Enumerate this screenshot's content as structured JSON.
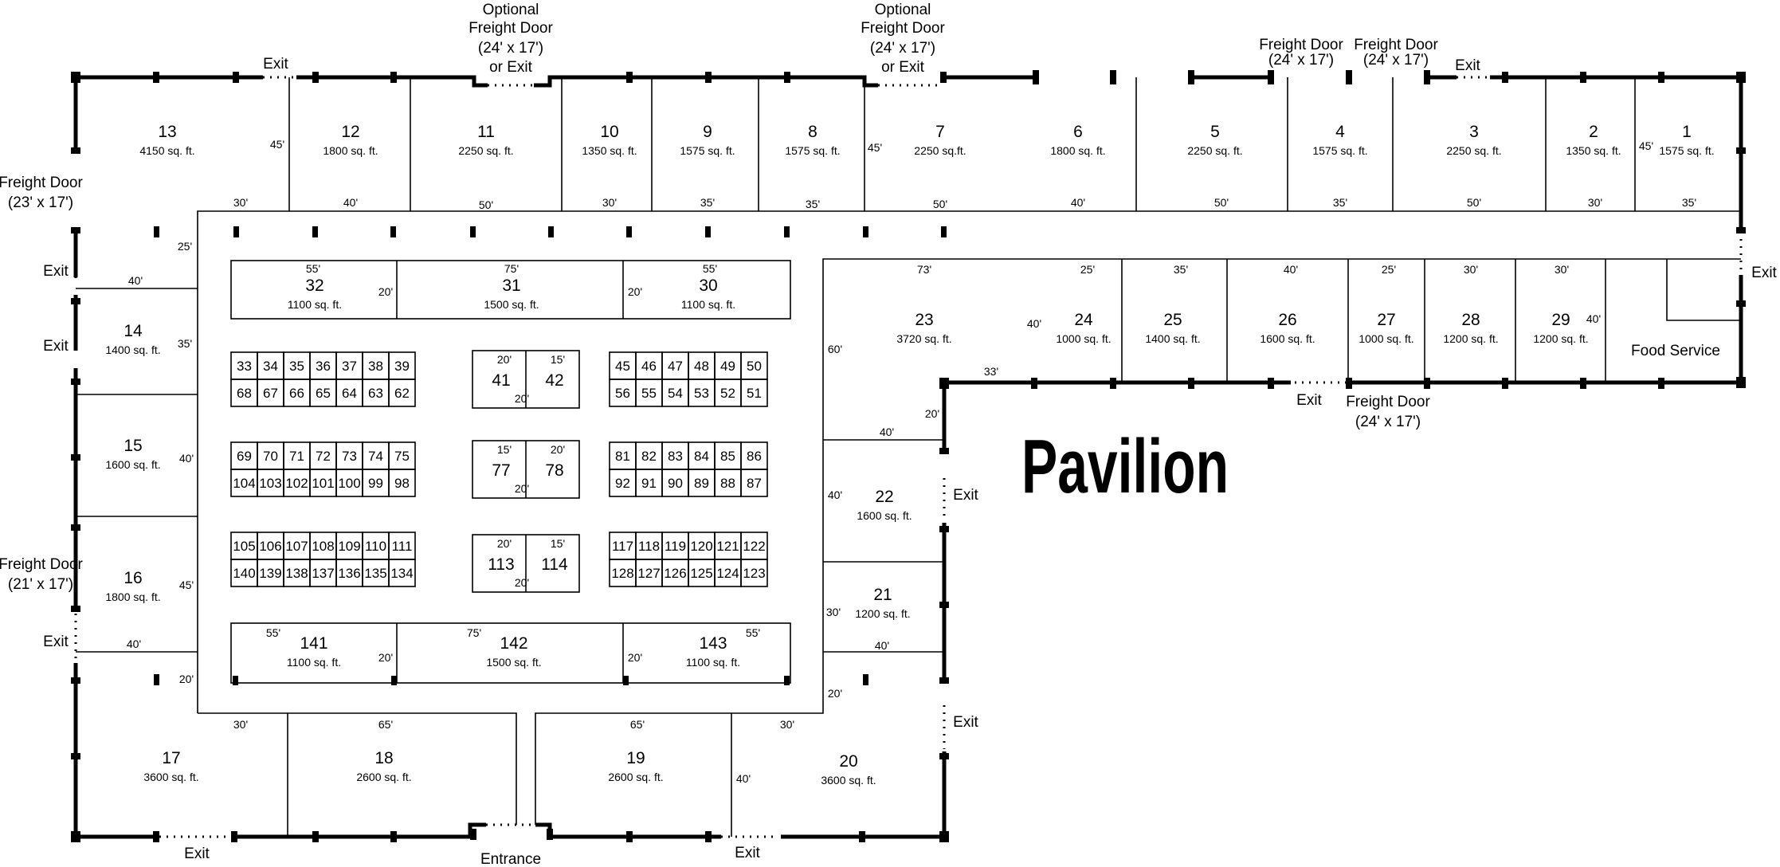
{
  "title": "Pavilion",
  "rooms": [
    {
      "id": "1",
      "num": "1",
      "area": "1575 sq. ft."
    },
    {
      "id": "2",
      "num": "2",
      "area": "1350 sq. ft."
    },
    {
      "id": "3",
      "num": "3",
      "area": "2250 sq. ft."
    },
    {
      "id": "4",
      "num": "4",
      "area": "1575 sq. ft."
    },
    {
      "id": "5",
      "num": "5",
      "area": "2250 sq. ft."
    },
    {
      "id": "6",
      "num": "6",
      "area": "1800 sq. ft."
    },
    {
      "id": "7",
      "num": "7",
      "area": "2250 sq.ft."
    },
    {
      "id": "8",
      "num": "8",
      "area": "1575 sq. ft."
    },
    {
      "id": "9",
      "num": "9",
      "area": "1575 sq. ft."
    },
    {
      "id": "10",
      "num": "10",
      "area": "1350 sq. ft."
    },
    {
      "id": "11",
      "num": "11",
      "area": "2250 sq. ft."
    },
    {
      "id": "12",
      "num": "12",
      "area": "1800 sq. ft."
    },
    {
      "id": "13",
      "num": "13",
      "area": "4150 sq. ft."
    },
    {
      "id": "14",
      "num": "14",
      "area": "1400 sq. ft."
    },
    {
      "id": "15",
      "num": "15",
      "area": "1600 sq. ft."
    },
    {
      "id": "16",
      "num": "16",
      "area": "1800 sq. ft."
    },
    {
      "id": "17",
      "num": "17",
      "area": "3600 sq. ft."
    },
    {
      "id": "18",
      "num": "18",
      "area": "2600 sq. ft."
    },
    {
      "id": "19",
      "num": "19",
      "area": "2600 sq. ft."
    },
    {
      "id": "20",
      "num": "20",
      "area": "3600 sq. ft."
    },
    {
      "id": "21",
      "num": "21",
      "area": "1200 sq. ft."
    },
    {
      "id": "22",
      "num": "22",
      "area": "1600 sq. ft."
    },
    {
      "id": "23",
      "num": "23",
      "area": "3720 sq. ft."
    },
    {
      "id": "24",
      "num": "24",
      "area": "1000 sq. ft."
    },
    {
      "id": "25",
      "num": "25",
      "area": "1400 sq. ft."
    },
    {
      "id": "26",
      "num": "26",
      "area": "1600 sq. ft."
    },
    {
      "id": "27",
      "num": "27",
      "area": "1000 sq. ft."
    },
    {
      "id": "28",
      "num": "28",
      "area": "1200 sq. ft."
    },
    {
      "id": "29",
      "num": "29",
      "area": "1200 sq. ft."
    },
    {
      "id": "30",
      "num": "30",
      "area": "1100 sq. ft."
    },
    {
      "id": "31",
      "num": "31",
      "area": "1500 sq. ft."
    },
    {
      "id": "32",
      "num": "32",
      "area": "1100 sq. ft."
    },
    {
      "id": "141",
      "num": "141",
      "area": "1100 sq. ft."
    },
    {
      "id": "142",
      "num": "142",
      "area": "1500 sq. ft."
    },
    {
      "id": "143",
      "num": "143",
      "area": "1100 sq. ft."
    }
  ],
  "food_service": "Food Service",
  "booth_blocks": [
    {
      "top": [
        "33",
        "34",
        "35",
        "36",
        "37",
        "38",
        "39"
      ],
      "bottom": [
        "68",
        "67",
        "66",
        "65",
        "64",
        "63",
        "62"
      ]
    },
    {
      "top": [
        "45",
        "46",
        "47",
        "48",
        "49",
        "50"
      ],
      "bottom": [
        "56",
        "55",
        "54",
        "53",
        "52",
        "51"
      ]
    },
    {
      "top": [
        "69",
        "70",
        "71",
        "72",
        "73",
        "74",
        "75"
      ],
      "bottom": [
        "104",
        "103",
        "102",
        "101",
        "100",
        "99",
        "98"
      ]
    },
    {
      "top": [
        "81",
        "82",
        "83",
        "84",
        "85",
        "86"
      ],
      "bottom": [
        "92",
        "91",
        "90",
        "89",
        "88",
        "87"
      ]
    },
    {
      "top": [
        "105",
        "106",
        "107",
        "108",
        "109",
        "110",
        "111"
      ],
      "bottom": [
        "140",
        "139",
        "138",
        "137",
        "136",
        "135",
        "134"
      ]
    },
    {
      "top": [
        "117",
        "118",
        "119",
        "120",
        "121",
        "122"
      ],
      "bottom": [
        "128",
        "127",
        "126",
        "125",
        "124",
        "123"
      ]
    }
  ],
  "pair_booths": [
    {
      "left": "41",
      "right": "42",
      "dim_a": "20'",
      "dim_b": "15'",
      "dim_c": "20'"
    },
    {
      "left": "77",
      "right": "78",
      "dim_a": "15'",
      "dim_b": "20'",
      "dim_c": "20'"
    },
    {
      "left": "113",
      "right": "114",
      "dim_a": "20'",
      "dim_b": "15'",
      "dim_c": "20'"
    }
  ],
  "labels": {
    "exit": "Exit",
    "entrance": "Entrance",
    "freight_door": "Freight Door",
    "optional_1": "Optional",
    "optional_2": "Freight Door",
    "optional_3": "(24' x 17')",
    "optional_4": "or Exit",
    "fd_24": "(24' x 17')",
    "fd_23": "(23' x 17')",
    "fd_21": "(21' x 17')"
  },
  "dimensions": {
    "d30": "30'",
    "d40": "40'",
    "d50": "50'",
    "d35": "35'",
    "d25": "25'",
    "d45": "45'",
    "d20": "20'",
    "d55": "55'",
    "d75": "75'",
    "d73": "73'",
    "d60": "60'",
    "d33": "33'",
    "d65": "65'"
  }
}
